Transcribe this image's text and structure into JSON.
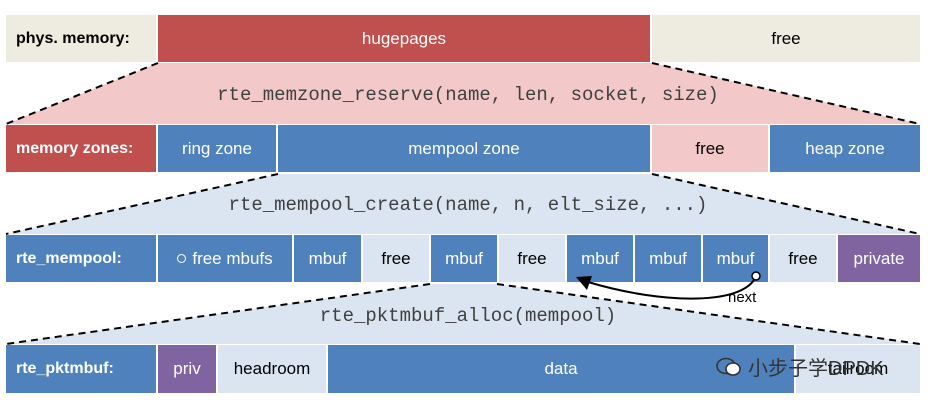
{
  "rows": {
    "phys": {
      "label": "phys. memory:",
      "cells": [
        "hugepages",
        "free"
      ]
    },
    "zones": {
      "call": "rte_memzone_reserve(name, len, socket, size)",
      "label": "memory zones:",
      "cells": [
        "ring zone",
        "mempool zone",
        "free",
        "heap zone"
      ]
    },
    "mempool": {
      "call": "rte_mempool_create(name, n, elt_size, ...)",
      "label": "rte_mempool:",
      "cells": [
        "free mbufs",
        "mbuf",
        "free",
        "mbuf",
        "free",
        "mbuf",
        "mbuf",
        "mbuf",
        "free",
        "private"
      ],
      "next_label": "next"
    },
    "pktmbuf": {
      "call": "rte_pktmbuf_alloc(mempool)",
      "label": "rte_pktmbuf:",
      "cells": [
        "priv",
        "headroom",
        "data",
        "tailroom"
      ]
    }
  },
  "watermark": "小步子学DPDK",
  "colors": {
    "label_beige": "#eeece1",
    "hugepages_red": "#c0504d",
    "pink": "#f2c9c8",
    "blue": "#4f81bd",
    "light_blue": "#dbe5f1",
    "purple": "#8064a2"
  }
}
